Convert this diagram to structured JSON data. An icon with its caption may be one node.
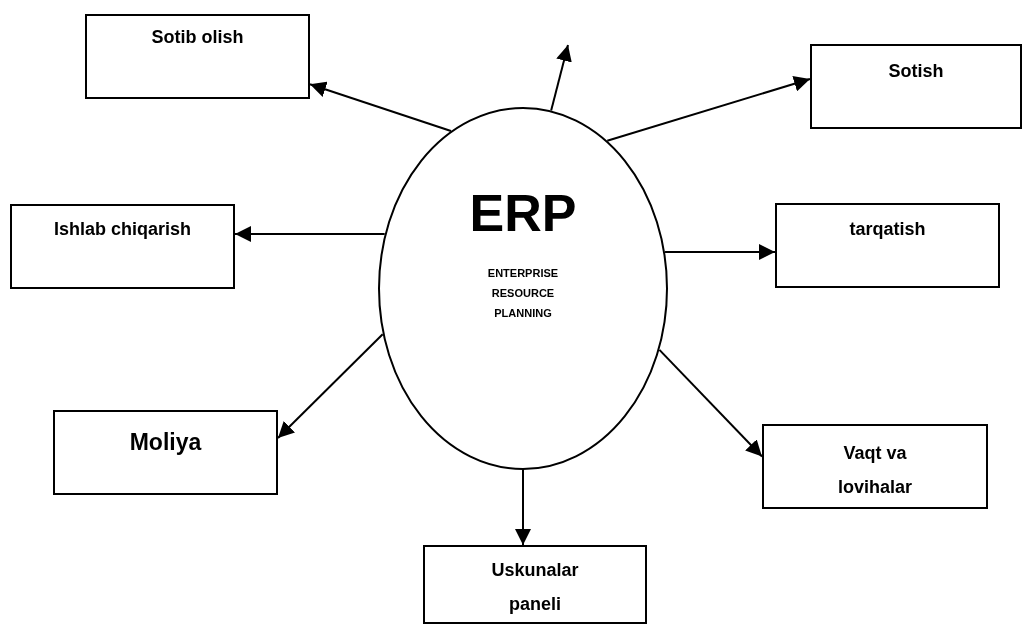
{
  "diagram": {
    "nodes": [
      {
        "text": [
          "Sotib olish"
        ]
      },
      {
        "text": [
          "Sotish"
        ]
      },
      {
        "text": [
          "ERP",
          "ENTERPRISE RESOURCE PLANNING"
        ]
      },
      {
        "text": [
          "Ishlab chiqarish"
        ]
      },
      {
        "text": [
          "tarqatish"
        ]
      },
      {
        "text": [
          "Moliya"
        ]
      },
      {
        "text": [
          "Vaqt va lovihalar"
        ]
      },
      {
        "text": [
          "Uskunalar paneli"
        ]
      }
    ],
    "edges": [
      {
        "from": 2,
        "to": 0,
        "arrow": "to"
      },
      {
        "from": 2,
        "to": null,
        "arrow": "to"
      },
      {
        "from": 2,
        "to": 1,
        "arrow": "to"
      },
      {
        "from": 2,
        "to": 3,
        "arrow": "to"
      },
      {
        "from": 2,
        "to": 4,
        "arrow": "to"
      },
      {
        "from": 2,
        "to": 5,
        "arrow": "to"
      },
      {
        "from": 2,
        "to": 6,
        "arrow": "to"
      },
      {
        "from": 2,
        "to": 7,
        "arrow": "to"
      }
    ]
  }
}
